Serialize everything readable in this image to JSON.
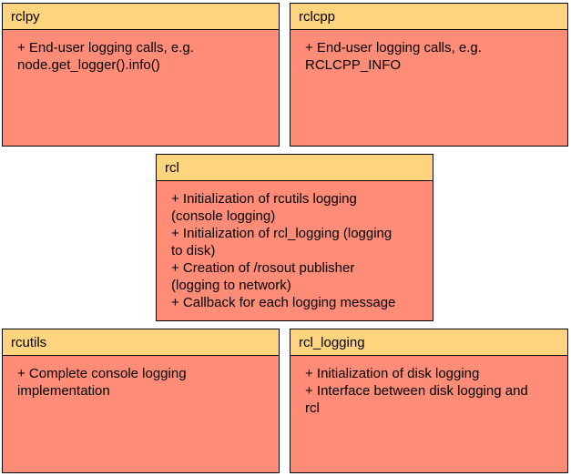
{
  "boxes": {
    "rclpy": {
      "title": "rclpy",
      "lines": [
        "+ End-user logging calls, e.g.",
        "node.get_logger().info()"
      ]
    },
    "rclcpp": {
      "title": "rclcpp",
      "lines": [
        "+ End-user logging calls, e.g.",
        "RCLCPP_INFO"
      ]
    },
    "rcl": {
      "title": "rcl",
      "lines": [
        "+ Initialization of rcutils logging",
        "(console logging)",
        "+ Initialization of rcl_logging (logging",
        "to disk)",
        "+ Creation of /rosout publisher",
        "(logging to network)",
        "+ Callback for each logging message"
      ]
    },
    "rcutils": {
      "title": "rcutils",
      "lines": [
        "+ Complete console logging",
        "implementation"
      ]
    },
    "rcl_logging": {
      "title": "rcl_logging",
      "lines": [
        "+ Initialization of disk logging",
        "+ Interface between disk logging and",
        "rcl"
      ]
    }
  },
  "colors": {
    "header": "#ffd47e",
    "body": "#ff8c76",
    "border": "#000000"
  }
}
